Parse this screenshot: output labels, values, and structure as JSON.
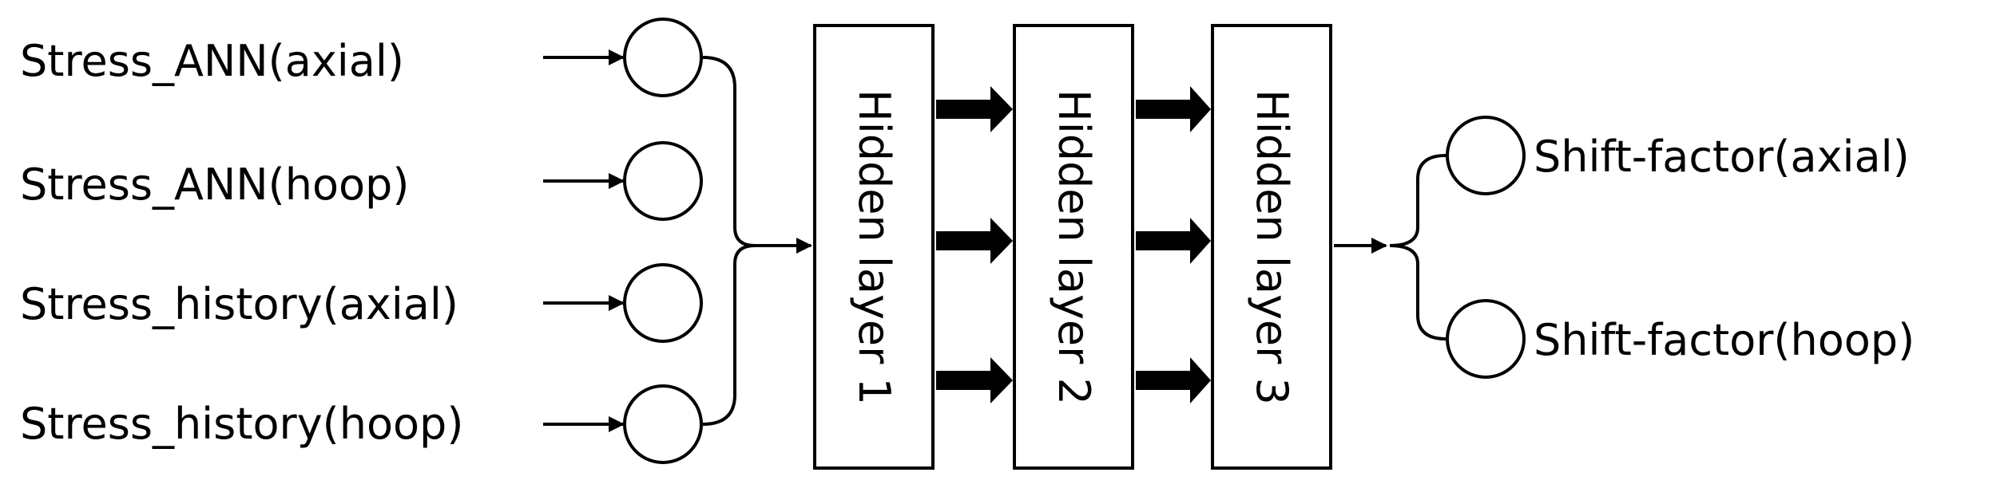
{
  "inputs": [
    {
      "label": "Stress_ANN(axial)"
    },
    {
      "label": "Stress_ANN(hoop)"
    },
    {
      "label": "Stress_history(axial)"
    },
    {
      "label": "Stress_history(hoop)"
    }
  ],
  "hidden_layers": [
    {
      "label": "Hidden layer 1"
    },
    {
      "label": "Hidden layer 2"
    },
    {
      "label": "Hidden layer 3"
    }
  ],
  "outputs": [
    {
      "label": "Shift-factor(axial)"
    },
    {
      "label": "Shift-factor(hoop)"
    }
  ]
}
